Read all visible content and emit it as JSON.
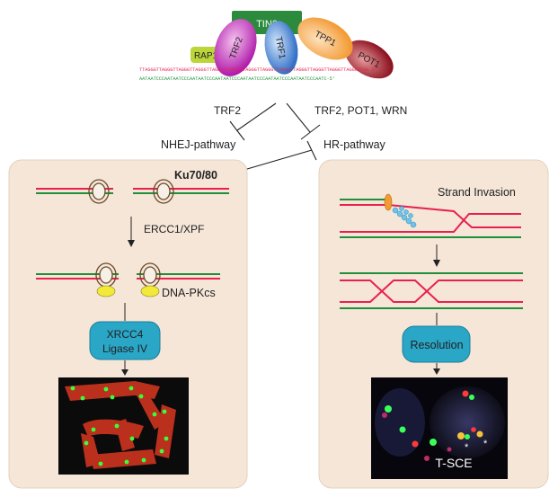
{
  "complex": {
    "proteins": {
      "tin2": "TIN2",
      "rap1": "RAP1",
      "trf2": "TRF2",
      "trf1": "TRF1",
      "tpp1": "TPP1",
      "pot1": "POT1"
    },
    "dna_top": "TTAGGGTTAGGGTTAGGGTTAGGGTTAGGGTTAGGGTTAGGGTTAGGGTTAGGGTTAGGGTTAGGGTTAGGGTTAGGGTTAG 3'",
    "dna_bottom": "AATAATCCCAATAATCCCAATAATCCCAATAATCCCAATAATCCCAATAATCCCAATAATCCCAATC-5'"
  },
  "inhibition": {
    "left_label": "TRF2",
    "right_label": "TRF2, POT1, WRN"
  },
  "pathways": {
    "nhej": "NHEJ-pathway",
    "hr": "HR-pathway"
  },
  "nhej_panel": {
    "ku": "Ku70/80",
    "ercc": "ERCC1/XPF",
    "dnapk": "DNA-PKcs",
    "xrcc4_line1": "XRCC4",
    "xrcc4_line2": "Ligase IV"
  },
  "hr_panel": {
    "strand_invasion": "Strand Invasion",
    "resolution": "Resolution",
    "tsce": "T-SCE",
    "asterisk1": "*",
    "asterisk2": "*"
  },
  "colors": {
    "panel_bg": "#f5e6d8",
    "panel_border": "#e3d2c0",
    "red_strand": "#e8214f",
    "green_strand": "#1f8f3a",
    "teal_box": "#2aa6c6",
    "yellow": "#f2ea38"
  }
}
